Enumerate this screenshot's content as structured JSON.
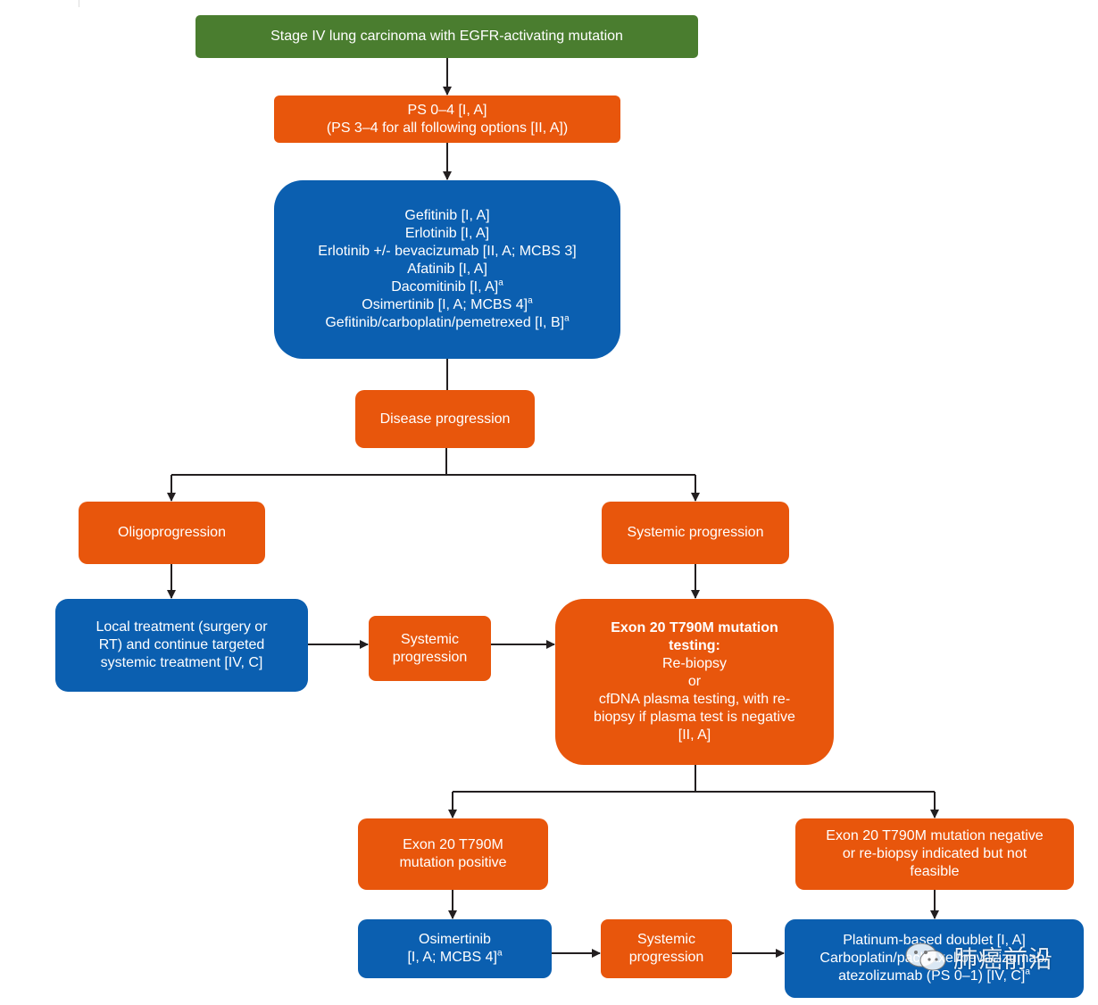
{
  "colors": {
    "green": "#4a7d2f",
    "orange": "#e8560c",
    "blue": "#0b5fb0",
    "arrow": "#231f20"
  },
  "root": {
    "text": "Stage IV lung carcinoma with EGFR-activating mutation"
  },
  "ps": {
    "lines": [
      "PS 0–4 [I, A]",
      "(PS 3–4 for all following options [II, A])"
    ]
  },
  "first_line": {
    "items": [
      {
        "text": "Gefitinib [I, A]",
        "sup": ""
      },
      {
        "text": "Erlotinib [I, A]",
        "sup": ""
      },
      {
        "text": "Erlotinib +/- bevacizumab [II, A; MCBS 3]",
        "sup": ""
      },
      {
        "text": "Afatinib [I, A]",
        "sup": ""
      },
      {
        "text": "Dacomitinib [I, A]",
        "sup": "a"
      },
      {
        "text": "Osimertinib [I, A; MCBS 4]",
        "sup": "a"
      },
      {
        "text": "Gefitinib/carboplatin/pemetrexed [I, B]",
        "sup": "a"
      }
    ]
  },
  "disease_progression": {
    "text": "Disease progression"
  },
  "oligoprogression": {
    "text": "Oligoprogression"
  },
  "systemic_progression_main": {
    "text": "Systemic progression"
  },
  "local_treatment": {
    "lines": [
      "Local treatment (surgery or",
      "RT) and continue targeted",
      "systemic treatment [IV, C]"
    ]
  },
  "systemic_progression_mid": {
    "lines": [
      "Systemic",
      "progression"
    ]
  },
  "t790m_testing": {
    "title_lines": [
      "Exon 20 T790M mutation",
      "testing:"
    ],
    "lines": [
      "Re-biopsy",
      "or",
      "cfDNA plasma testing, with re-",
      "biopsy if plasma test is negative",
      "[II, A]"
    ]
  },
  "t790m_positive": {
    "lines": [
      "Exon 20 T790M",
      "mutation positive"
    ]
  },
  "t790m_negative": {
    "lines": [
      "Exon 20 T790M mutation negative",
      "or re-biopsy indicated but not",
      "feasible"
    ]
  },
  "osimertinib": {
    "line1": "Osimertinib",
    "line2": "[I, A; MCBS 4]",
    "sup": "a"
  },
  "systemic_progression_bottom": {
    "lines": [
      "Systemic",
      "progression"
    ]
  },
  "platinum": {
    "line1": "Platinum-based doublet [I, A]",
    "line2": "Carboplatin/paclitaxel/bevacizumab/",
    "line3": "atezolizumab (PS 0–1) [IV, C]",
    "sup": "a"
  },
  "watermark": {
    "text": "肺癌前沿"
  }
}
